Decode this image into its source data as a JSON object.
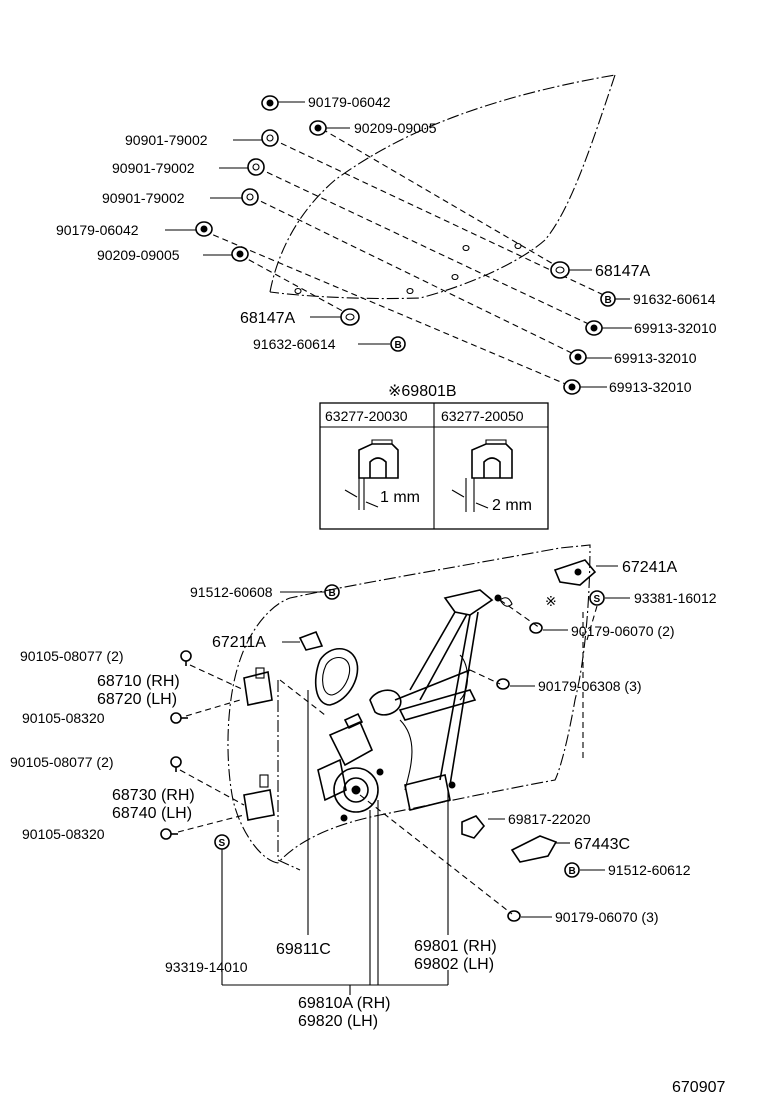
{
  "diagram_number": "670907",
  "inset": {
    "title": "※69801B",
    "col_left": "63277-20030",
    "col_right": "63277-20050",
    "dim_left": "1 mm",
    "dim_right": "2 mm"
  },
  "badges": {
    "b": "B",
    "s": "S"
  },
  "labels": {
    "l01": "90179-06042",
    "l02": "90901-79002",
    "l03": "90209-09005",
    "l04": "90901-79002",
    "l05": "90901-79002",
    "l06": "90179-06042",
    "l07": "90209-09005",
    "l08": "68147A",
    "l09": "91632-60614",
    "l10": "68147A",
    "l11": "91632-60614",
    "l12": "69913-32010",
    "l13": "69913-32010",
    "l14": "69913-32010",
    "l15": "67241A",
    "l16": "93381-16012",
    "l17": "91512-60608",
    "l18": "67211A",
    "l19": "90179-06070 (2)",
    "l20": "90105-08077 (2)",
    "l21": "68710 (RH)",
    "l22": "68720 (LH)",
    "l23": "90179-06308 (3)",
    "l24": "90105-08320",
    "l25": "90105-08077 (2)",
    "l26": "68730 (RH)",
    "l27": "68740 (LH)",
    "l28": "90105-08320",
    "l29": "69817-22020",
    "l30": "67443C",
    "l31": "91512-60612",
    "l32": "90179-06070 (3)",
    "l33": "69811C",
    "l34": "69801 (RH)",
    "l35": "69802 (LH)",
    "l36": "93319-14010",
    "l37": "69810A (RH)",
    "l38": "69820 (LH)",
    "l39": "※"
  }
}
